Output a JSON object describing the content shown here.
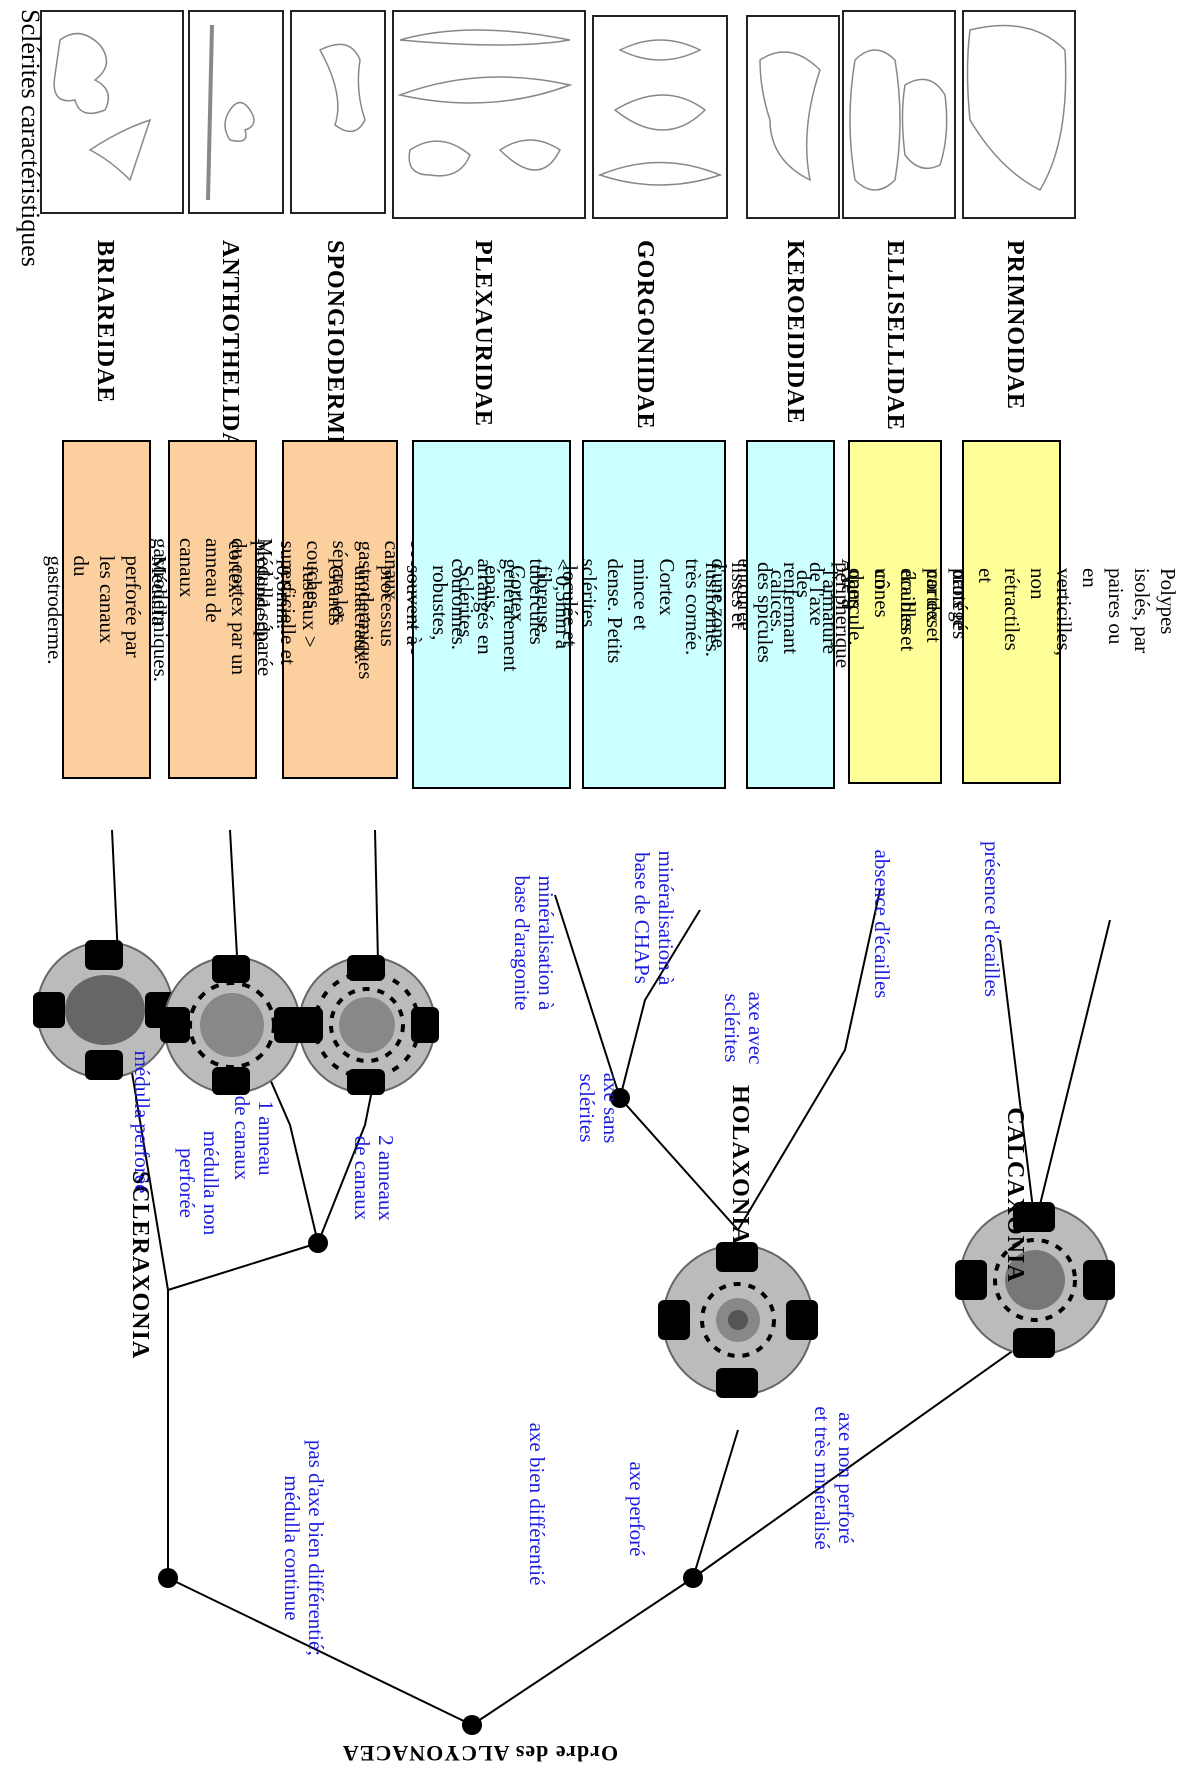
{
  "section_title": "Sclérites caractéristiques",
  "root_label": "Ordre des ALCYONACEA",
  "clades": {
    "scleraxonia": "SCLERAXONIA",
    "holaxonia": "HOLAXONIA",
    "calcaxonia": "CALCAXONIA"
  },
  "branch_labels": {
    "no_axis": "pas d'axe bien différentié;\nmédulla continue",
    "axis": "axe bien différentié",
    "medulla_perforated": "médulla perforée",
    "medulla_not_perforated": "médulla non\nperforée",
    "one_ring": "1 anneau\nde canaux",
    "two_rings": "2 anneaux\nde canaux",
    "axis_perforated": "axe perforé",
    "axis_not_perforated": "axe non perforé\net très minéralisé",
    "axis_no_sclerites": "axe sans\nsclérites",
    "axis_with_sclerites": "axe avec\nsclérites",
    "aragonite": "minéralisation à\nbase d'aragonite",
    "chaps": "minéralisation à\nbase de CHAPs",
    "no_scales": "absence d'écailles",
    "scales": "présence d'écailles"
  },
  "families": [
    {
      "name": "BRIAREIDAE",
      "desc": "Médulla perforée par les canaux du\ngastroderme."
    },
    {
      "name": "ANTHOTHELIDAE",
      "desc": "Médulla séparée du cortex par un\nanneau de canaux gastrodermiques."
    },
    {
      "name": "SPONGIODERMIDAE",
      "desc": "Un anneau secondaire de canaux\ngastrodermiques sépare les couches\nsuperficielle et profonde du cortex."
    },
    {
      "name": "PLEXAURIDAE",
      "desc": "Axe à large chambre centrale entourée\nd'une zone loculée et fibreuse. Cortex\népais. Sclérites robustes, souvent à\nprocessus unilatéraux. Grands\nfuseaux > 0,8mm."
    },
    {
      "name": "GORGONIIDAE",
      "desc": "Axe à chambre centrale étroite\nentourée d'une zone très cornée.\nCortex mince et dense. Petits sclérites\n< 0,3mm à tubercules généralement\narrangés en couronnes."
    },
    {
      "name": "KEROEIDIDAE",
      "desc": "Zone périphérique de l'axe renfermant\ndes spicules lisses et fusiformes."
    },
    {
      "name": "ELLISELLIDAE",
      "desc": "Présence d'haltères dans le cortex et\ndoubles cônes dans l'armature des\ncalices."
    },
    {
      "name": "PRIMNOIDAE",
      "desc": "Polypes isolés, par paires ou en\nverticilles, non rétractiles et protégés\npar des écailles et un opercule."
    }
  ],
  "colors": {
    "peach": "#fccf9f",
    "cyan": "#ccffff",
    "yellow": "#ffff99",
    "label_blue": "#1a1ae0"
  }
}
